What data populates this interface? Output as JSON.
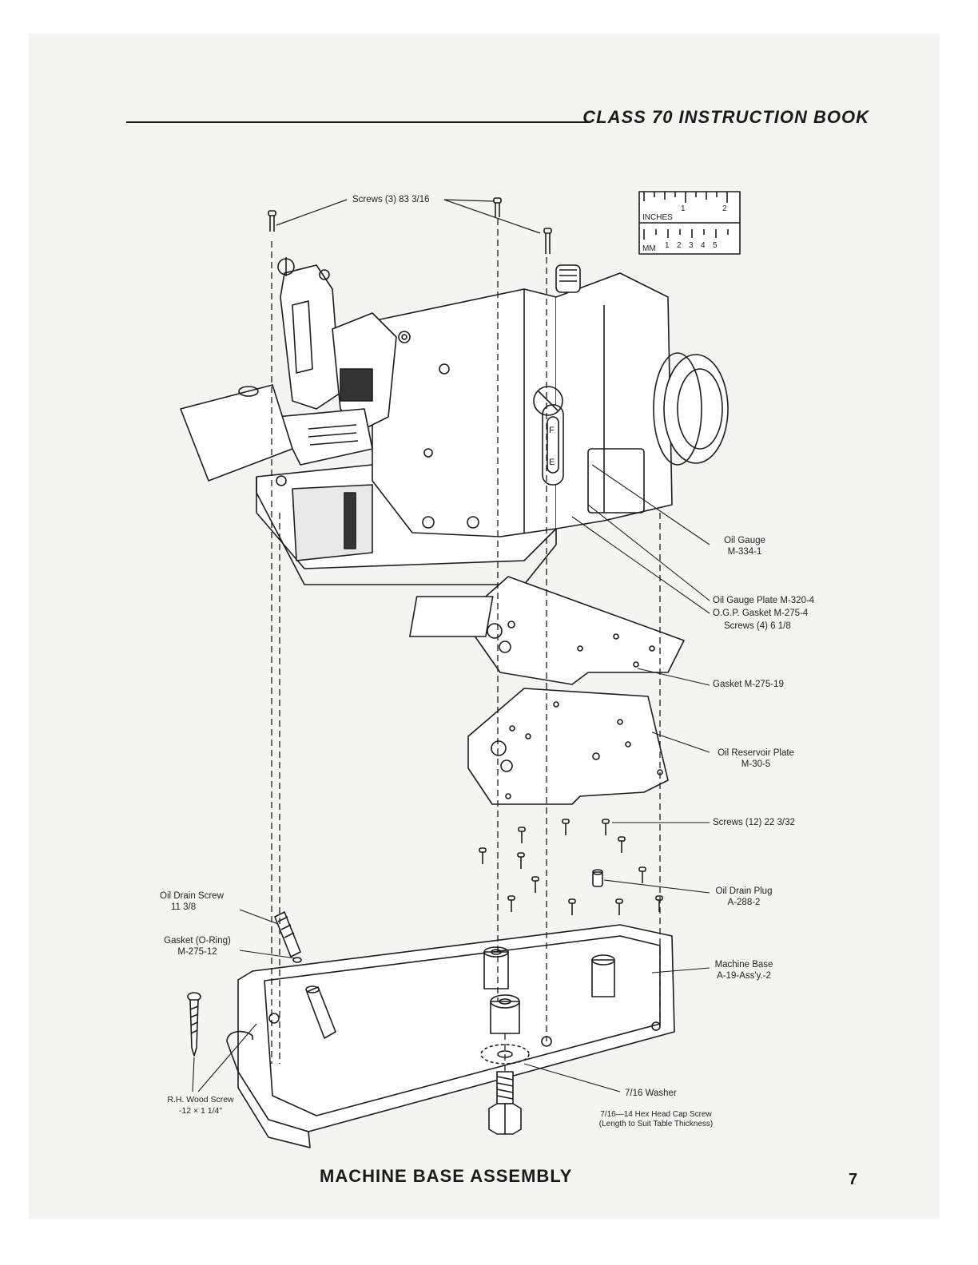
{
  "header": {
    "title": "CLASS 70 INSTRUCTION BOOK"
  },
  "scale": {
    "inches_label": "INCHES",
    "inch_marks": [
      "1",
      "2"
    ],
    "mm_label": "MM",
    "mm_marks": [
      "1",
      "2",
      "3",
      "4",
      "5"
    ]
  },
  "parts": {
    "screws_top": "Screws (3) 83 3/16",
    "oil_gauge": {
      "name": "Oil Gauge",
      "number": "M-334-1"
    },
    "oil_gauge_plate": "Oil Gauge Plate M-320-4",
    "ogp_gasket": "O.G.P. Gasket M-275-4",
    "screws_4": "Screws (4) 6 1/8",
    "gasket": "Gasket M-275-19",
    "oil_reservoir_plate": {
      "name": "Oil Reservoir Plate",
      "number": "M-30-5"
    },
    "screws_12": "Screws (12) 22 3/32",
    "oil_drain_plug": {
      "name": "Oil Drain Plug",
      "number": "A-288-2"
    },
    "oil_drain_screw": {
      "name": "Oil Drain Screw",
      "number": "11 3/8"
    },
    "gasket_oring": {
      "name": "Gasket (O-Ring)",
      "number": "M-275-12"
    },
    "machine_base": {
      "name": "Machine Base",
      "number": "A-19-Ass'y.-2"
    },
    "wood_screw": {
      "name": "R.H. Wood Screw",
      "number": "-12 × 1 1/4\""
    },
    "washer": "7/16 Washer",
    "hex_screw": {
      "name": "7/16—14 Hex Head Cap Screw",
      "number": "(Length to Suit Table Thickness)"
    }
  },
  "caption": "MACHINE BASE ASSEMBLY",
  "page_number": "7"
}
